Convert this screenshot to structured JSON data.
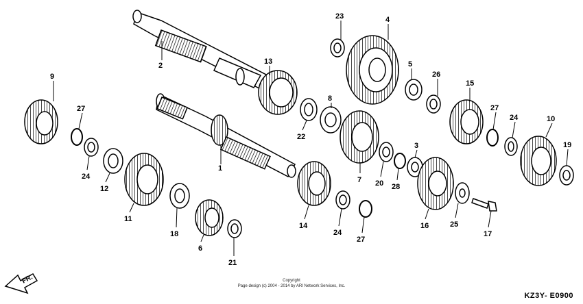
{
  "footer": {
    "copyright": "Copyright",
    "notice": "Page design (c) 2004 - 2014 by ARI Network Services, Inc."
  },
  "diagram_code": "KZ3Y- E0900",
  "direction_label": "FR.",
  "callouts": [
    "2",
    "13",
    "23",
    "4",
    "5",
    "26",
    "15",
    "9",
    "27",
    "8",
    "22",
    "7",
    "3",
    "27",
    "24",
    "10",
    "19",
    "1",
    "24",
    "12",
    "11",
    "18",
    "6",
    "21",
    "14",
    "24",
    "27",
    "20",
    "28",
    "16",
    "25",
    "17"
  ]
}
